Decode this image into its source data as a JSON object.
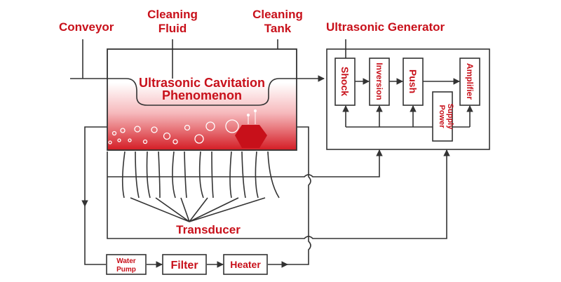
{
  "labels": {
    "conveyor": "Conveyor",
    "cleaning_fluid_1": "Cleaning",
    "cleaning_fluid_2": "Fluid",
    "cleaning_tank_1": "Cleaning",
    "cleaning_tank_2": "Tank",
    "ultrasonic_generator": "Ultrasonic Generator",
    "cavitation_1": "Ultrasonic Cavitation",
    "cavitation_2": "Phenomenon",
    "transducer": "Transducer",
    "water_pump_1": "Water",
    "water_pump_2": "Pump",
    "filter": "Filter",
    "heater": "Heater"
  },
  "generator_blocks": {
    "shock": "Shock",
    "inversion": "Inversion",
    "push": "Push",
    "amplifier": "Amplifier",
    "power_supply_1": "Power",
    "power_supply_2": "Supply"
  },
  "colors": {
    "label": "#c8101a",
    "line": "#333333",
    "liquid_top": "#ffffff",
    "liquid_bottom": "#d41c24",
    "object": "#c8101a"
  }
}
